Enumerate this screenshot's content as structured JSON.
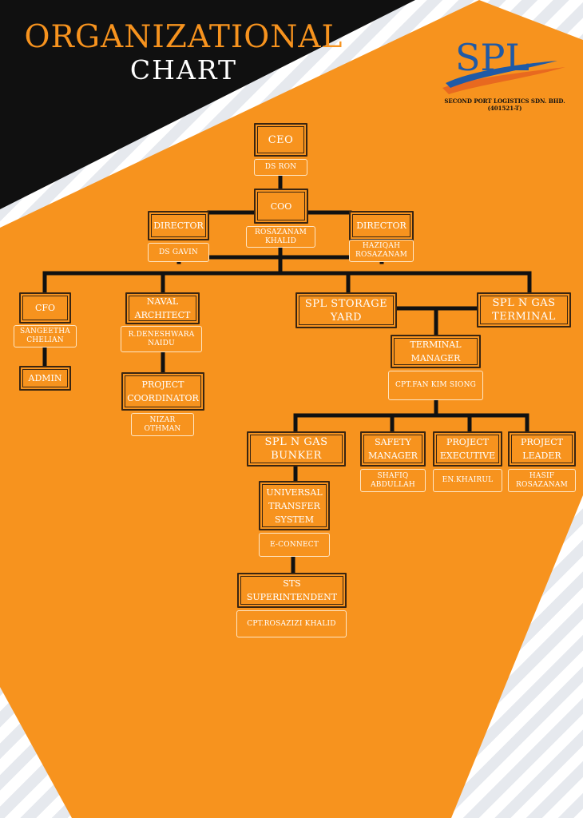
{
  "header": {
    "title_line1": "ORGANIZATIONAL",
    "title_line2": "CHART"
  },
  "logo": {
    "mark": "SPL",
    "company": "SECOND PORT LOGISTICS SDN. BHD.",
    "registration": "(401521-T)"
  },
  "colors": {
    "orange": "#f7931e",
    "black": "#101010",
    "line": "#111111",
    "box_border": "#3a2511",
    "logo_blue": "#1f5aa6"
  },
  "chart": {
    "ceo": {
      "role": "CEO",
      "name": "DS RON"
    },
    "coo": {
      "role": "COO",
      "name": "ROSAZANAM KHALID"
    },
    "director_left": {
      "role": "DIRECTOR",
      "name": "DS GAVIN"
    },
    "director_right": {
      "role": "DIRECTOR",
      "name": "HAZIQAH ROSAZANAM"
    },
    "cfo": {
      "role": "CFO",
      "name": "SANGEETHA CHELIAN"
    },
    "admin": {
      "role": "ADMIN"
    },
    "naval_architect": {
      "role": "NAVAL ARCHITECT",
      "name": "R.DENESHWARA NAIDU"
    },
    "project_coordinator": {
      "role": "PROJECT COORDINATOR",
      "name": "NIZAR OTHMAN"
    },
    "storage_yard": {
      "role": "SPL  STORAGE YARD"
    },
    "gas_terminal": {
      "role": "SPL N GAS TERMINAL"
    },
    "terminal_manager": {
      "role": "TERMINAL MANAGER",
      "name": "CPT.FAN KIM SIONG"
    },
    "gas_bunker": {
      "role": "SPL N GAS BUNKER"
    },
    "safety_manager": {
      "role": "SAFETY MANAGER",
      "name": "SHAFIQ ABDULLAH"
    },
    "project_executive": {
      "role": "PROJECT EXECUTIVE",
      "name": "EN.KHAIRUL"
    },
    "project_leader": {
      "role": "PROJECT LEADER",
      "name": "HASIF ROSAZANAM"
    },
    "universal_transfer": {
      "role": "UNIVERSAL TRANSFER SYSTEM",
      "name": "E-CONNECT"
    },
    "sts_superintendent": {
      "role": "STS SUPERINTENDENT",
      "name": "CPT.ROSAZIZI KHALID"
    }
  }
}
